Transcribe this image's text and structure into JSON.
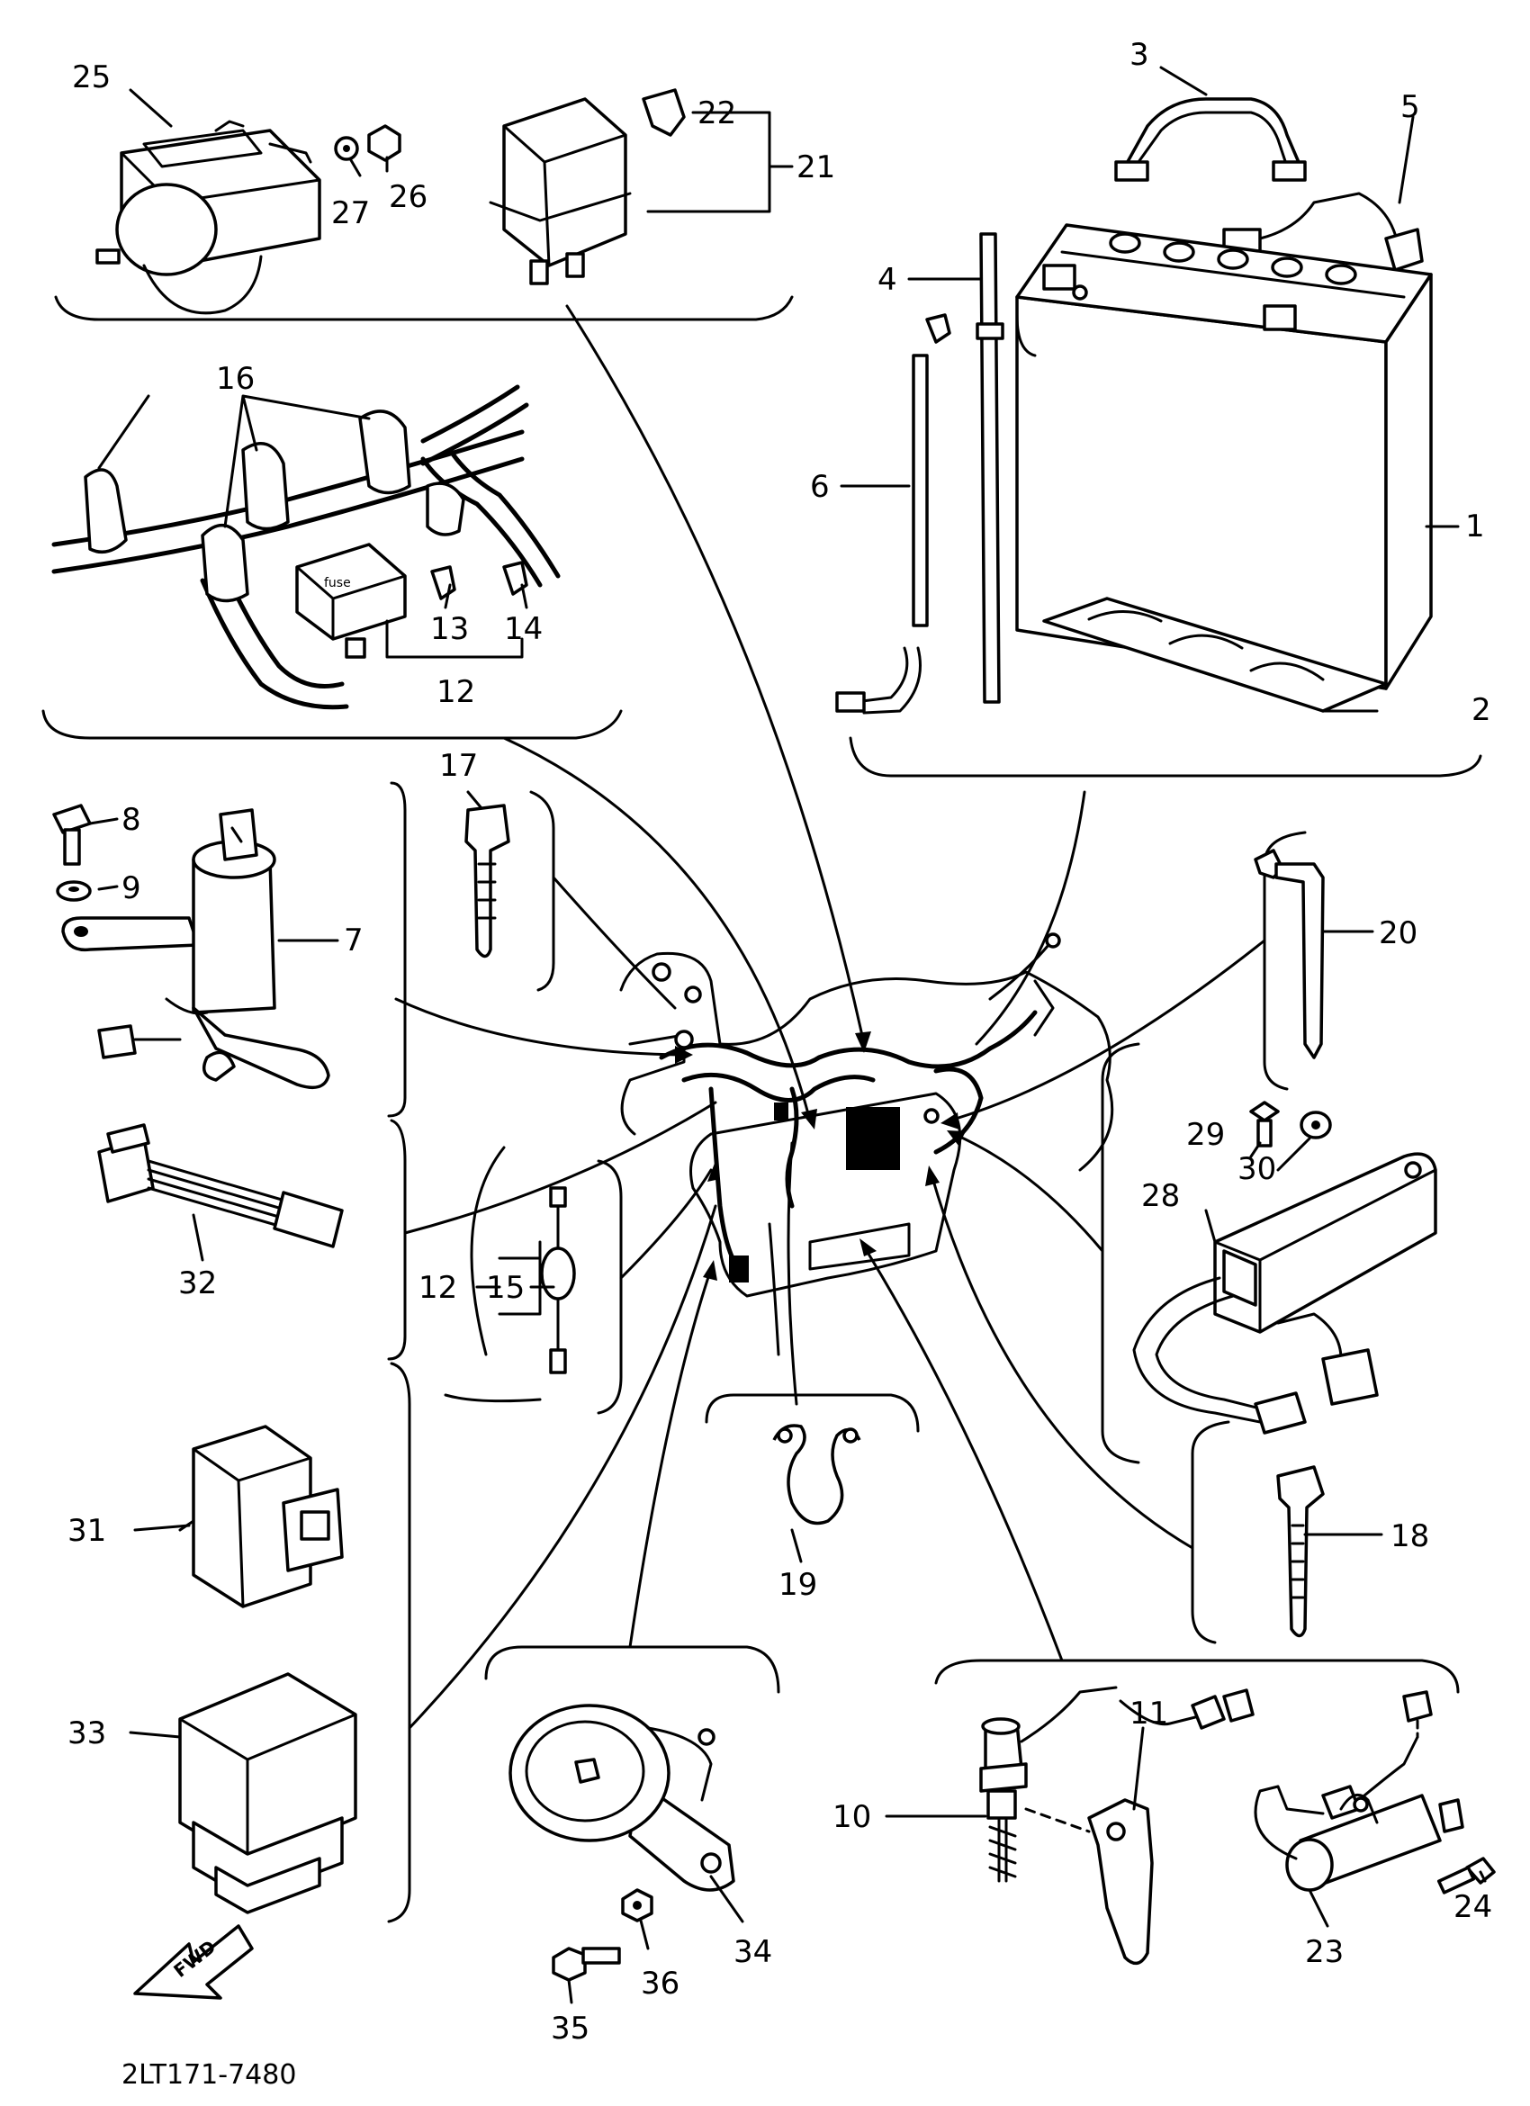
{
  "diagram": {
    "part_numbers": [
      "1",
      "2",
      "3",
      "4",
      "5",
      "6",
      "7",
      "8",
      "9",
      "10",
      "11",
      "12",
      "13",
      "14",
      "15",
      "16",
      "17",
      "18",
      "19",
      "20",
      "21",
      "22",
      "23",
      "24",
      "25",
      "26",
      "27",
      "28",
      "29",
      "30",
      "31",
      "32",
      "33",
      "34",
      "35",
      "36"
    ],
    "second_12": "12",
    "fuse_text": "fuse",
    "fwd_text": "FWD",
    "drawing_code": "2LT171-7480"
  }
}
